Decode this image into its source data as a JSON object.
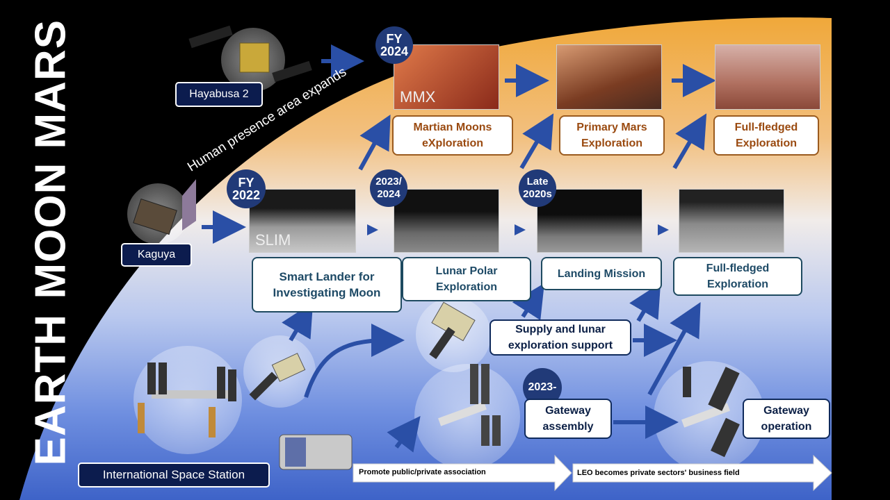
{
  "stages": {
    "mars": "MARS",
    "moon": "MOON",
    "earth": "EARTH"
  },
  "expand_text": "Human presence area expands",
  "missions": {
    "hayabusa": "Hayabusa 2",
    "kaguya": "Kaguya",
    "iss": "International Space Station"
  },
  "badges": {
    "fy2024": {
      "line1": "FY",
      "line2": "2024"
    },
    "fy2022": {
      "line1": "FY",
      "line2": "2022"
    },
    "y2023_2024": {
      "line1": "2023/",
      "line2": "2024"
    },
    "late2020s": {
      "line1": "Late",
      "line2": "2020s"
    },
    "y2023": {
      "line1": "2023-",
      "line2": ""
    }
  },
  "photo_captions": {
    "mmx": "MMX",
    "slim": "SLIM"
  },
  "mars_labels": {
    "mmx": {
      "line1": "Martian Moons",
      "line2": "eXploration"
    },
    "primary": {
      "line1": "Primary Mars",
      "line2": "Exploration"
    },
    "full": {
      "line1": "Full-fledged",
      "line2": "Exploration"
    }
  },
  "moon_labels": {
    "slim": {
      "line1": "Smart Lander for",
      "line2": "Investigating Moon"
    },
    "polar": {
      "line1": "Lunar Polar",
      "line2": "Exploration"
    },
    "landing": {
      "line1": "Landing Mission",
      "line2": ""
    },
    "full": {
      "line1": "Full-fledged",
      "line2": "Exploration"
    }
  },
  "earth_labels": {
    "supply": {
      "line1": "Supply and lunar",
      "line2": "exploration support"
    },
    "gateway_assembly": {
      "line1": "Gateway",
      "line2": "assembly"
    },
    "gateway_operation": {
      "line1": "Gateway",
      "line2": "operation"
    }
  },
  "bottom_arrows": {
    "left": "Promote public/private association",
    "right": "LEO becomes private sectors' business field"
  },
  "colors": {
    "mars_orange": "#e8942a",
    "earth_blue": "#5a7fdc",
    "badge_navy": "#213a78",
    "arrow_blue": "#2a4fa6"
  }
}
